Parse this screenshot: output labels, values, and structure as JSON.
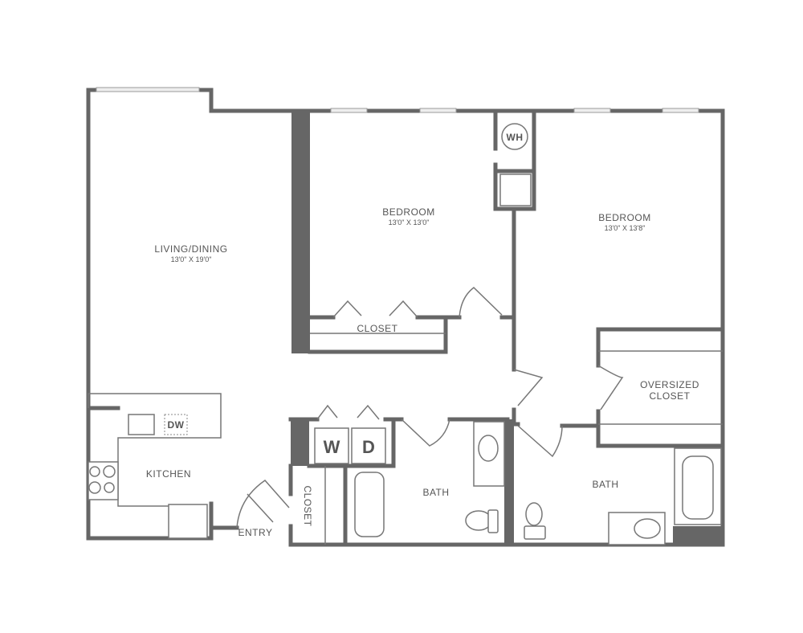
{
  "rooms": {
    "living": {
      "name": "LIVING/DINING",
      "dims": "13'0\" X 19'0\""
    },
    "bedroom1": {
      "name": "BEDROOM",
      "dims": "13'0\" X 13'0\""
    },
    "bedroom2": {
      "name": "BEDROOM",
      "dims": "13'0\" X 13'8\""
    },
    "closet1": {
      "name": "CLOSET"
    },
    "oversized_closet": {
      "line1": "OVERSIZED",
      "line2": "CLOSET"
    },
    "kitchen": {
      "name": "KITCHEN"
    },
    "entry": {
      "name": "ENTRY"
    },
    "entry_closet": {
      "name": "CLOSET"
    },
    "bath1": {
      "name": "BATH"
    },
    "bath2": {
      "name": "BATH"
    }
  },
  "fixtures": {
    "water_heater": "WH",
    "dishwasher": "DW",
    "washer": "W",
    "dryer": "D"
  },
  "colors": {
    "wall": "#666666"
  }
}
